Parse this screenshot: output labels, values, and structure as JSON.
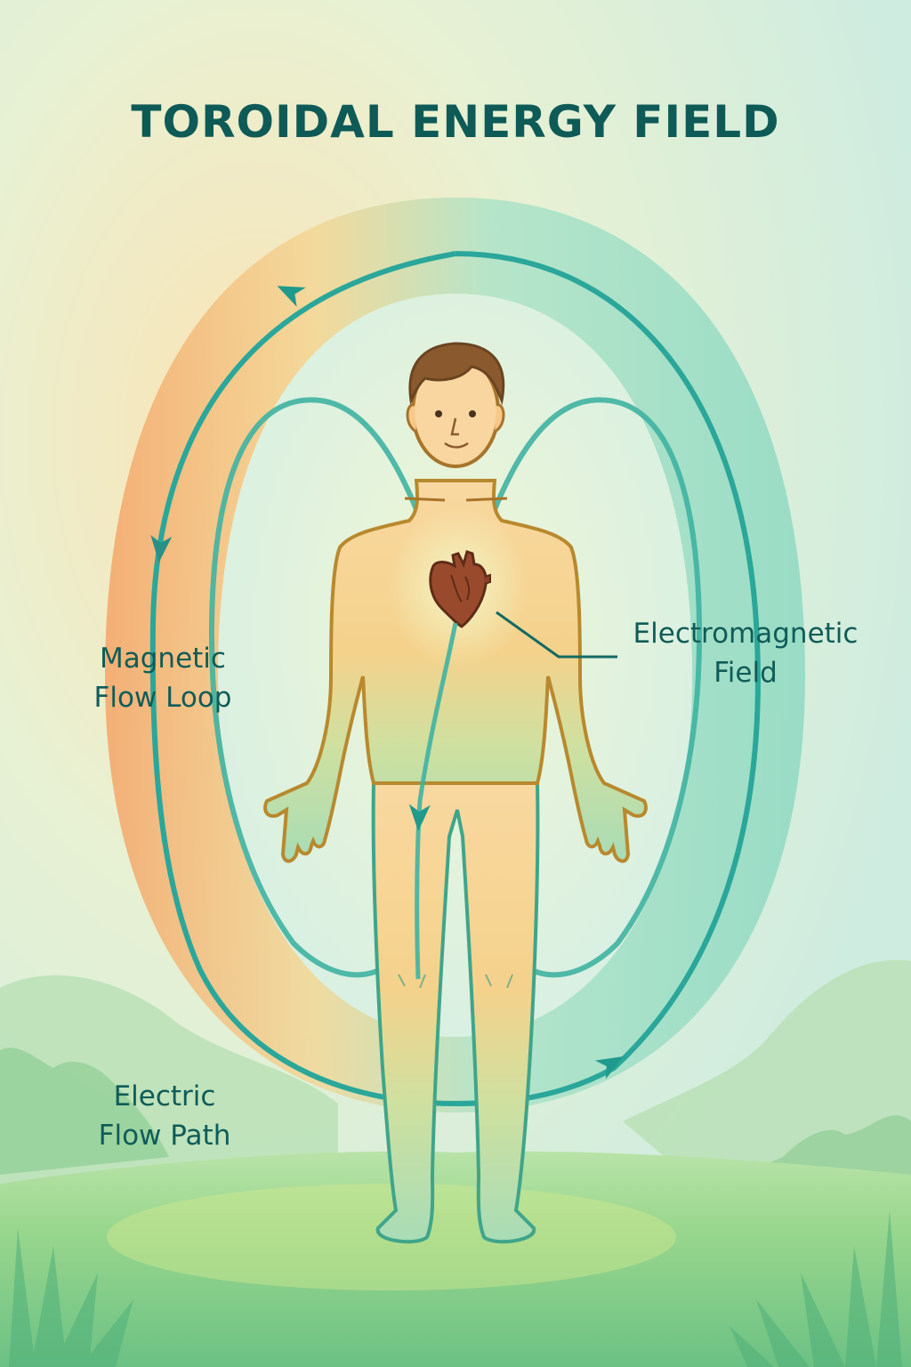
{
  "title": "TOROIDAL ENERGY FIELD",
  "labels": {
    "magnetic_flow_loop": {
      "line1": "Magnetic",
      "line2": "Flow Loop"
    },
    "electromagnetic_field": {
      "line1": "Electromagnetic",
      "line2": "Field"
    },
    "electric_flow_path": {
      "line1": "Electric",
      "line2": "Flow Path"
    }
  },
  "icons": {
    "figure": "human-figure-icon",
    "heart": "heart-icon",
    "arrows": [
      "arrow-left-top-icon",
      "arrow-down-left-icon",
      "arrow-down-center-icon",
      "arrow-right-bottom-icon"
    ]
  },
  "colors": {
    "title": "#0e5a57",
    "label_text": "#0f5c58",
    "flow_line": "#2aa79a",
    "arrowhead": "#1f9a8d",
    "torus_band_left": "#f4b27a",
    "torus_band_right": "#9ee0c8",
    "skin": "#f7cf96",
    "skin_outline": "#b8892e",
    "hair": "#8a5a2e",
    "heart": "#9a4a2c",
    "ground": "#7fcf8f",
    "background_top": "#cdebdc",
    "background_glow": "#f8e6b8"
  }
}
